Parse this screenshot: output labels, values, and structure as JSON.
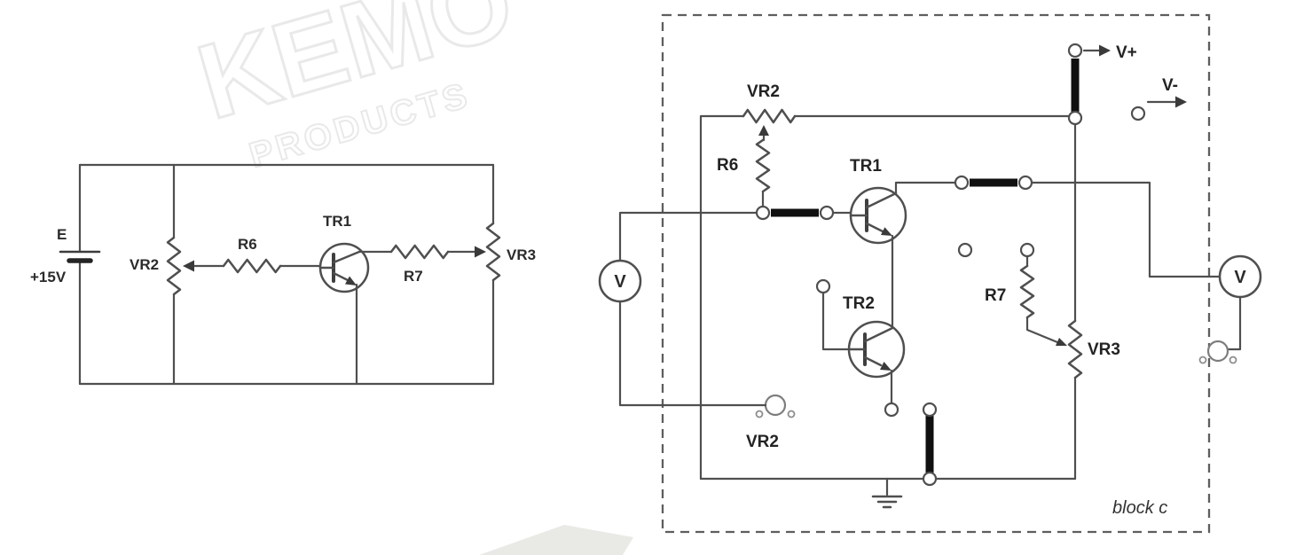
{
  "figure": {
    "type": "circuit-diagram-scan",
    "watermark": {
      "primary": "KEMO",
      "secondary": "PRODUCTS"
    }
  },
  "left_schematic": {
    "battery_label": "E",
    "supply_voltage": "+15V",
    "potentiometer_left": "VR2",
    "resistor_series": "R6",
    "transistor": "TR1",
    "resistor_output": "R7",
    "potentiometer_right": "VR3"
  },
  "block_diagram": {
    "block_label": "block c",
    "terminal_v_plus": "V+",
    "terminal_v_minus": "V-",
    "pot_top_label": "VR2",
    "resistor_r6": "R6",
    "transistor_tr1": "TR1",
    "transistor_tr2": "TR2",
    "resistor_r7": "R7",
    "pot_vr3_label": "VR3",
    "pot_bottom_label": "VR2",
    "meter_left_label": "V",
    "meter_right_label": "V"
  },
  "colors": {
    "wire": "#4f4f4f",
    "label": "#2b2b2b",
    "link_bar": "#101010",
    "watermark": "#d4d4d4"
  }
}
